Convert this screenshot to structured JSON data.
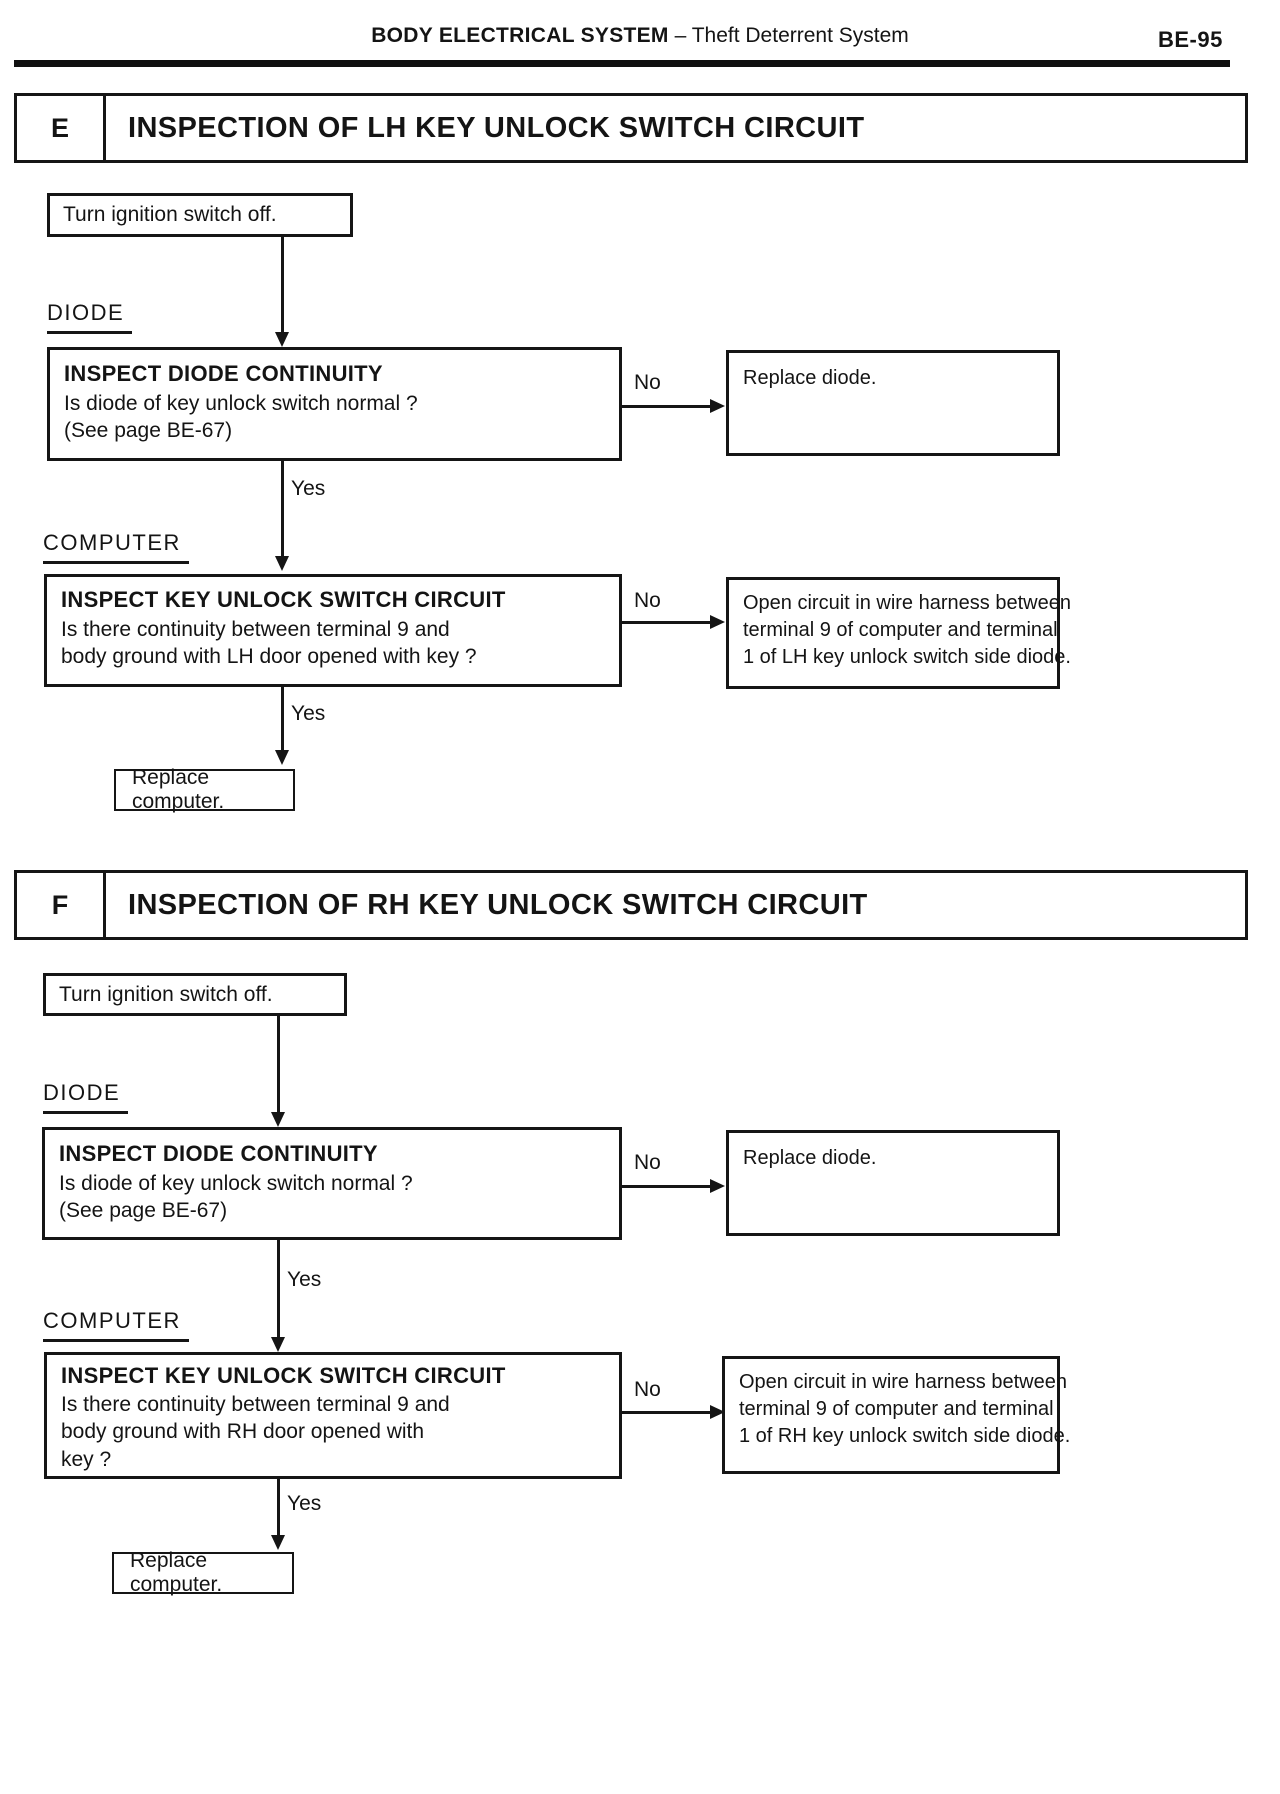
{
  "header": {
    "system": "BODY ELECTRICAL SYSTEM",
    "subsystem": " – Theft Deterrent System",
    "page_number": "BE-95"
  },
  "labels": {
    "yes": "Yes",
    "no": "No"
  },
  "sections": [
    {
      "letter": "E",
      "title": "INSPECTION OF LH KEY UNLOCK SWITCH CIRCUIT",
      "start": "Turn ignition switch off.",
      "diode": {
        "label": "DIODE",
        "title": "INSPECT DIODE CONTINUITY",
        "line1": "Is diode of key unlock switch normal ?",
        "line2": "(See page BE-67)",
        "no_result": "Replace diode."
      },
      "computer": {
        "label": "COMPUTER",
        "title": "INSPECT KEY UNLOCK SWITCH CIRCUIT",
        "line1": "Is there continuity between terminal 9 and",
        "line2": "body ground with LH door opened with key ?",
        "line3": "",
        "no_result_line1": "Open circuit in wire harness between",
        "no_result_line2": "terminal 9 of computer and terminal",
        "no_result_line3": "1 of LH key unlock switch side diode."
      },
      "end": "Replace computer."
    },
    {
      "letter": "F",
      "title": "INSPECTION OF RH KEY UNLOCK SWITCH CIRCUIT",
      "start": "Turn ignition switch off.",
      "diode": {
        "label": "DIODE",
        "title": "INSPECT DIODE CONTINUITY",
        "line1": "Is diode of key unlock switch normal ?",
        "line2": "(See page BE-67)",
        "no_result": "Replace diode."
      },
      "computer": {
        "label": "COMPUTER",
        "title": "INSPECT KEY UNLOCK SWITCH CIRCUIT",
        "line1": "Is there continuity between terminal 9 and",
        "line2": "body ground with RH door opened with",
        "line3": "key ?",
        "no_result_line1": "Open circuit in wire harness between",
        "no_result_line2": "terminal 9 of computer and terminal",
        "no_result_line3": "1 of RH key unlock switch side diode."
      },
      "end": "Replace computer."
    }
  ]
}
